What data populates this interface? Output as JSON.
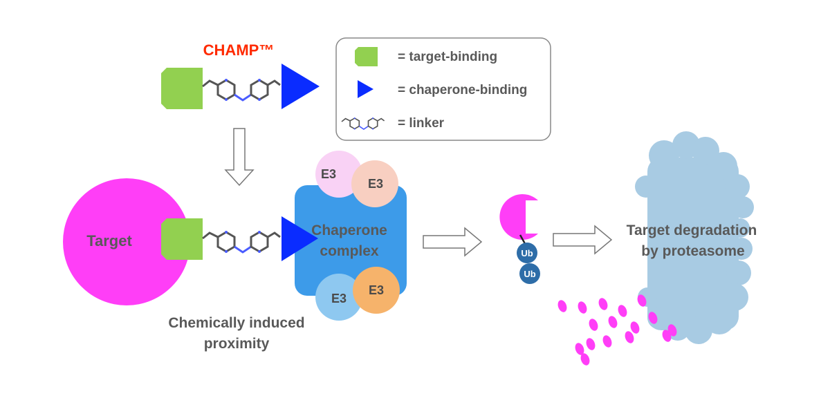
{
  "title": "CHAMP™",
  "legend": {
    "target_binding": "=  target-binding",
    "chaperone_binding": "=  chaperone-binding",
    "linker": "=  linker"
  },
  "labels": {
    "target": "Target",
    "chaperone_line1": "Chaperone",
    "chaperone_line2": "complex",
    "e3": "E3",
    "ub": "Ub",
    "proximity_line1": "Chemically induced",
    "proximity_line2": "proximity",
    "degradation_line1": "Target degradation",
    "degradation_line2": "by proteasome"
  },
  "colors": {
    "title": "#ff2a00",
    "target": "#ff3ef7",
    "target_binder": "#92d050",
    "chaperone_binder": "#0a2cff",
    "chaperone_complex": "#3d9be9",
    "e3_pink": "#f9d2f5",
    "e3_salmon": "#f8cfc1",
    "e3_blue": "#8ec8f0",
    "e3_orange": "#f6b36b",
    "ub": "#2e6da8",
    "proteasome": "#a8cbe3",
    "linker": "#555555",
    "linker_nitrogen": "#4a5cff"
  }
}
